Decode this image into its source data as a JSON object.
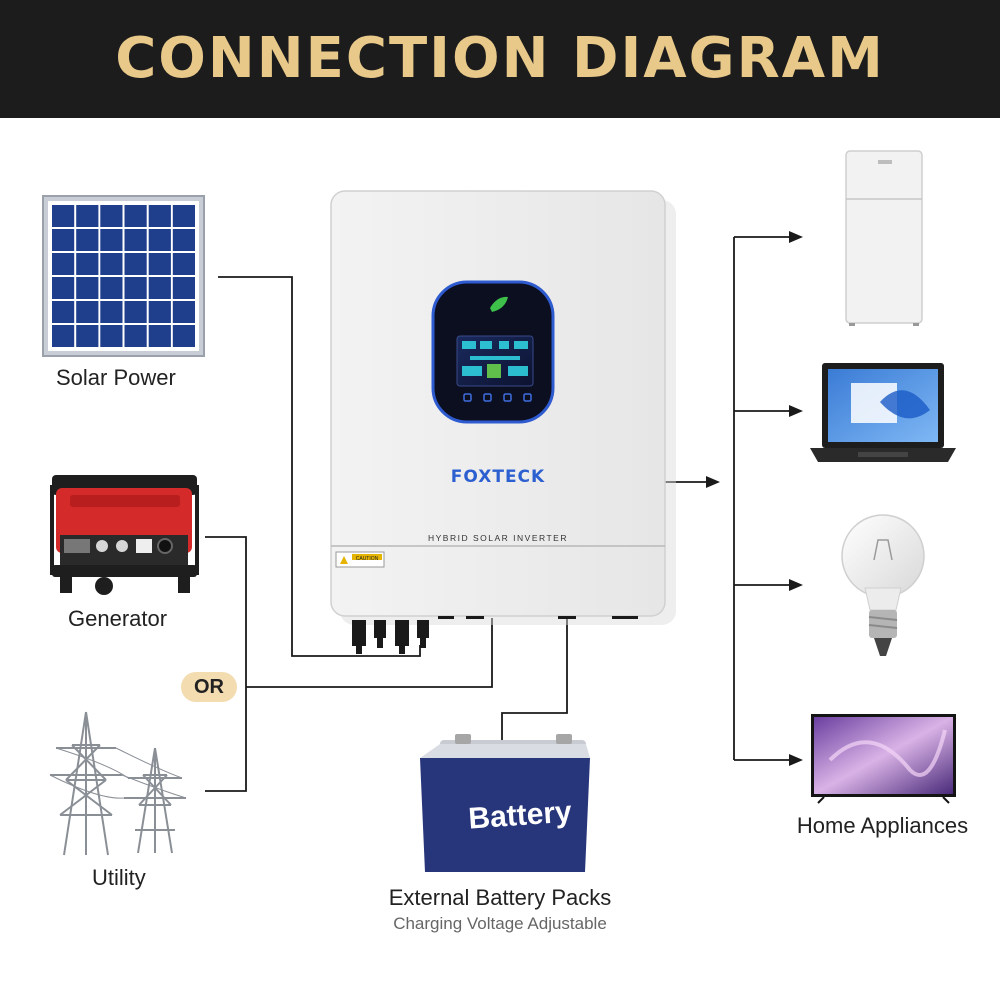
{
  "header": {
    "title": "CONNECTION DIAGRAM"
  },
  "sources": {
    "solar": {
      "label": "Solar Power"
    },
    "generator": {
      "label": "Generator"
    },
    "or": "OR",
    "utility": {
      "label": "Utility"
    }
  },
  "inverter": {
    "brand": "FOXTECK",
    "model": "HYBRID SOLAR INVERTER",
    "warning": "CAUTION"
  },
  "battery": {
    "text": "Battery",
    "title": "External Battery Packs",
    "subtitle": "Charging Voltage Adjustable"
  },
  "outputs": {
    "label": "Home Appliances",
    "items": [
      "refrigerator",
      "laptop",
      "light-bulb",
      "television"
    ]
  },
  "colors": {
    "header_bg": "#1c1c1c",
    "header_text": "#e8c98a",
    "or_badge": "#f3dcb0",
    "panel_blue": "#1f3f8c",
    "battery_blue": "#27367a",
    "generator_red": "#d42a2a",
    "line": "#1a1a1a"
  }
}
